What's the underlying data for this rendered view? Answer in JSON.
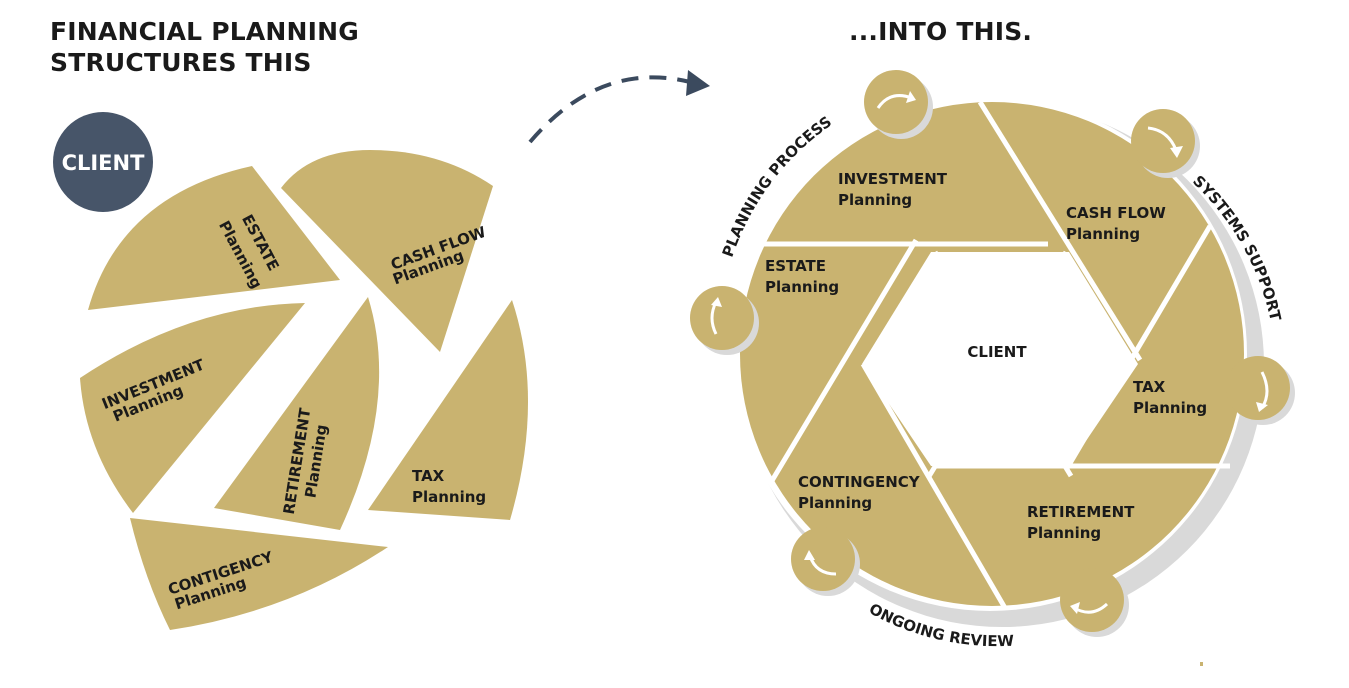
{
  "titles": {
    "left_line1": "FINANCIAL PLANNING",
    "left_line2": "STRUCTURES THIS",
    "right": "...INTO THIS."
  },
  "colors": {
    "gold": "#c9b370",
    "client_circle": "#475569",
    "shadow": "#d9d9d9",
    "arrow": "#3b4a5e"
  },
  "left": {
    "client": "CLIENT",
    "segments": [
      {
        "name": "ESTATE",
        "sub": "Planning"
      },
      {
        "name": "CASH FLOW",
        "sub": "Planning"
      },
      {
        "name": "INVESTMENT",
        "sub": "Planning"
      },
      {
        "name": "RETIREMENT",
        "sub": "Planning"
      },
      {
        "name": "TAX",
        "sub": "Planning"
      },
      {
        "name": "CONTIGENCY",
        "sub": "Planning"
      }
    ]
  },
  "right": {
    "client": "CLIENT",
    "segments": [
      {
        "name": "INVESTMENT",
        "sub": "Planning"
      },
      {
        "name": "CASH FLOW",
        "sub": "Planning"
      },
      {
        "name": "ESTATE",
        "sub": "Planning"
      },
      {
        "name": "TAX",
        "sub": "Planning"
      },
      {
        "name": "CONTINGENCY",
        "sub": "Planning"
      },
      {
        "name": "RETIREMENT",
        "sub": "Planning"
      }
    ],
    "ring_labels": {
      "planning_process": "PLANNING PROCESS",
      "systems_support": "SYSTEMS SUPPORT",
      "ongoing_review": "ONGOING REVIEW"
    },
    "icons": [
      "circular-arrow-icon"
    ]
  }
}
